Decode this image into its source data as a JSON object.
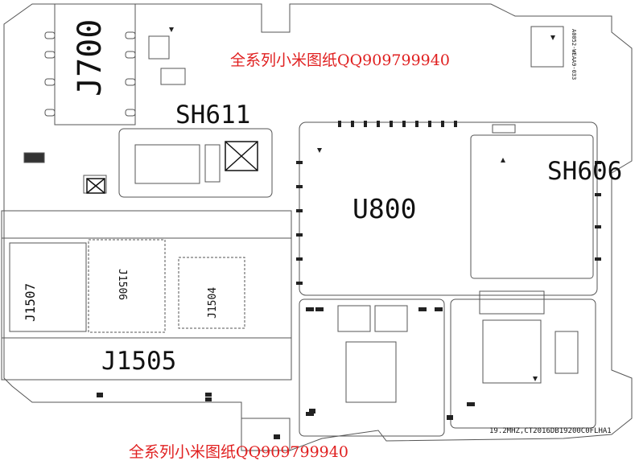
{
  "designators": {
    "j700": "J700",
    "sh611": "SH611",
    "u800": "U800",
    "sh606": "SH606",
    "j1505": "J1505",
    "j1507": "J1507",
    "j1506": "J1506",
    "j1504": "J1504"
  },
  "watermark": {
    "top": "全系列小米图纸QQ909799940",
    "bottom": "全系列小米图纸QQ909799940"
  },
  "crystal_note": "19.2MHZ,CT2016DB19200C0FLHA1",
  "corner_part_label": "A0052-WEAA9-033"
}
